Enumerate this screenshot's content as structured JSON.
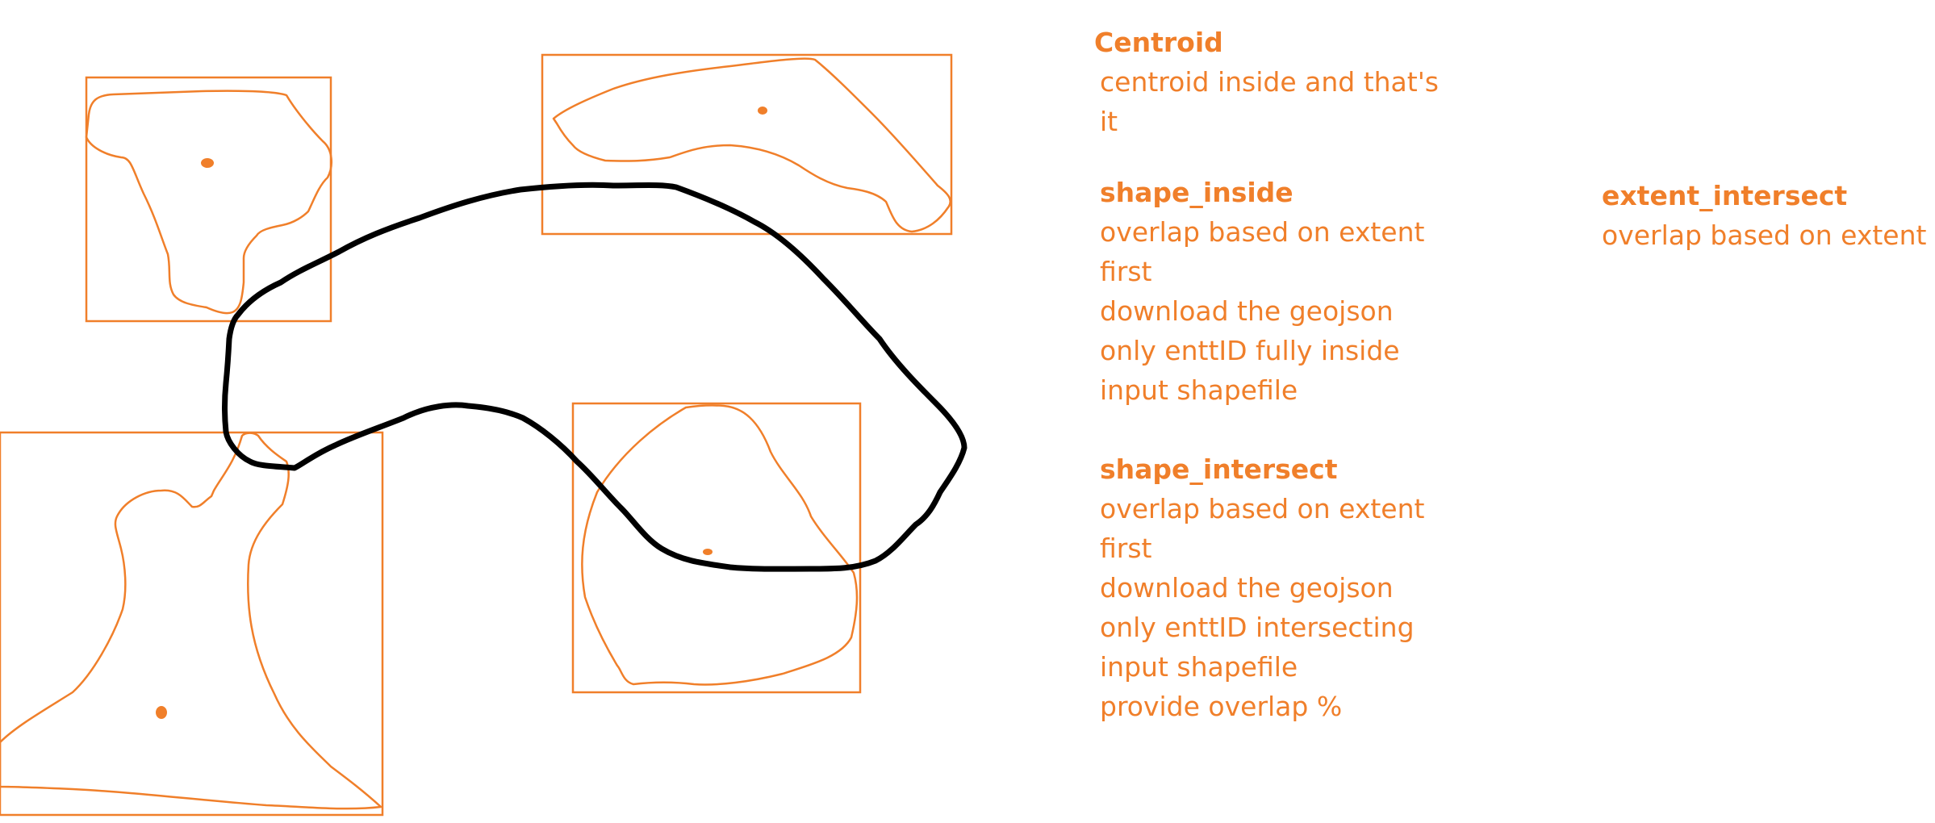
{
  "colors": {
    "accent": "#f07f2a",
    "aoi_outline": "#000000",
    "background": "#ffffff"
  },
  "notes": {
    "centroid": {
      "heading": "Centroid",
      "lines": [
        "centroid inside and that's",
        "it"
      ]
    },
    "shape_inside": {
      "heading": "shape_inside",
      "lines": [
        "overlap based on extent",
        "first",
        "download the geojson",
        "only enttID fully inside",
        "input shapefile"
      ]
    },
    "shape_intersect": {
      "heading": "shape_intersect",
      "lines": [
        "overlap based on extent",
        "first",
        "download the geojson",
        "only enttID intersecting",
        "input shapefile",
        "provide overlap %"
      ]
    },
    "extent_intersect": {
      "heading": "extent_intersect",
      "lines": [
        "overlap based on extent"
      ]
    }
  }
}
